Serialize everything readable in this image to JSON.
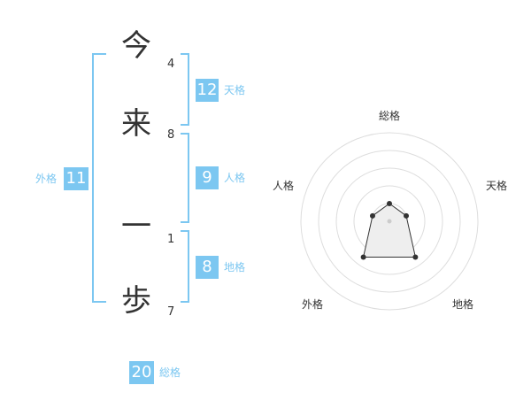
{
  "characters": [
    {
      "char": "今",
      "strokes": "4"
    },
    {
      "char": "来",
      "strokes": "8"
    },
    {
      "char": "一",
      "strokes": "1"
    },
    {
      "char": "歩",
      "strokes": "7"
    }
  ],
  "kaku": {
    "tenkaku": {
      "value": "12",
      "label": "天格"
    },
    "jinkaku": {
      "value": "9",
      "label": "人格"
    },
    "chikaku": {
      "value": "8",
      "label": "地格"
    },
    "gaikaku": {
      "value": "11",
      "label": "外格"
    },
    "soukaku": {
      "value": "20",
      "label": "総格"
    }
  },
  "radar": {
    "axes": [
      "総格",
      "天格",
      "地格",
      "外格",
      "人格"
    ],
    "values": [
      0.2,
      0.2,
      0.5,
      0.5,
      0.2
    ],
    "colors": {
      "fill": "#eeeeee",
      "line": "#333333",
      "ring": "#dddddd"
    }
  }
}
